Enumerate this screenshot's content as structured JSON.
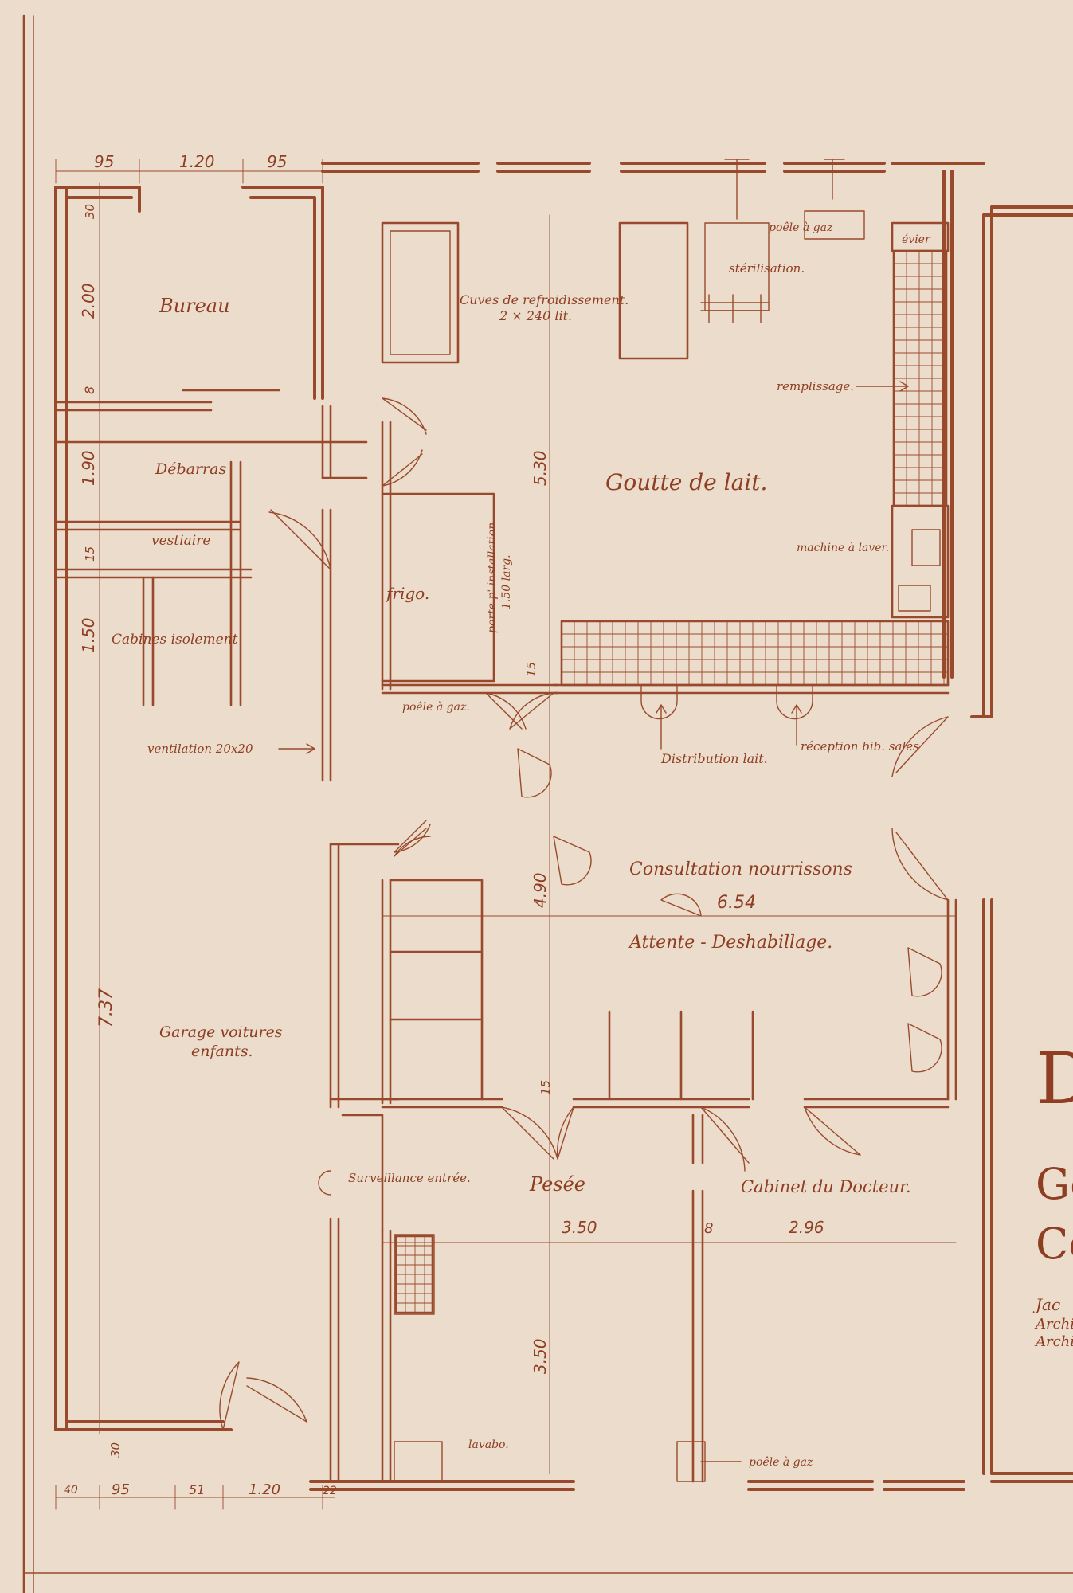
{
  "colors": {
    "paper": "#ecdccc",
    "ink": "#9a4a2c",
    "ink_text": "#8e3e22"
  },
  "rooms": {
    "bureau": "Bureau",
    "debarras": "Débarras",
    "vestiaire": "vestiaire",
    "cabines": "Cabines isolement",
    "garage_1": "Garage voitures",
    "garage_2": "enfants.",
    "goutte": "Goutte de lait.",
    "consultation": "Consultation nourrissons",
    "attente": "Attente - Deshabillage.",
    "pesee": "Pesée",
    "cabinet": "Cabinet du Docteur.",
    "frigo": "frigo."
  },
  "notes": {
    "cuves_1": "Cuves de refroidissement.",
    "cuves_2": "2 × 240 lit.",
    "poele_top": "poêle à gaz",
    "sterilisation": "stérilisation.",
    "evier": "évier",
    "remplissage": "remplissage.",
    "machine": "machine à laver.",
    "porte_1": "porte p' installation",
    "porte_2": "1.50 larg.",
    "ventilation": "ventilation 20x20",
    "poele_mid": "poêle à gaz.",
    "distribution": "Distribution lait.",
    "reception": "réception bib. sales",
    "surveillance": "Surveillance entrée.",
    "lavabo": "lavabo.",
    "poele_bottom": "poêle à gaz"
  },
  "dims": {
    "top_95a": "95",
    "top_120": "1.20",
    "top_95b": "95",
    "v_30": "30",
    "v_200": "2.00",
    "v_8": "8",
    "v_190": "1.90",
    "v_15": "15",
    "v_150": "1.50",
    "v_737": "7.37",
    "v_530": "5.30",
    "v_15b": "15",
    "v_490": "4.90",
    "v_15c": "15",
    "v_350": "3.50",
    "h_654": "6.54",
    "h_350": "3.50",
    "h_8": "8",
    "h_296": "2.96",
    "bot_30": "30",
    "bot_40": "40",
    "bot_95": "95",
    "bot_51": "51",
    "bot_120": "1.20",
    "bot_22": "22"
  },
  "title_block": {
    "big": "D",
    "line1": "Go",
    "line2": "Co",
    "arch1": "Jac",
    "arch2": "Archi",
    "arch3": "Archi"
  }
}
